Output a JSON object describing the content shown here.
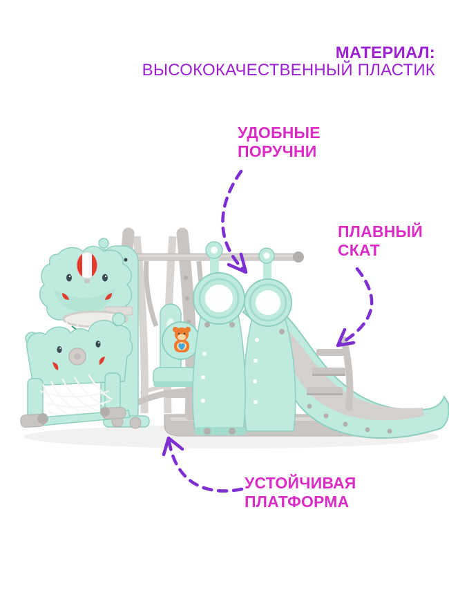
{
  "header": {
    "line1": "МАТЕРИАЛ:",
    "line2": "ВЫСОКОКАЧЕСТВЕННЫЙ ПЛАСТИК"
  },
  "annotations": {
    "handrails": {
      "line1": "УДОБНЫЕ",
      "line2": "ПОРУЧНИ"
    },
    "slide": {
      "line1": "ПЛАВНЫЙ",
      "line2": "СКАТ"
    },
    "platform": {
      "line1": "УСТОЙЧИВАЯ",
      "line2": "ПЛАТФОРМА"
    }
  },
  "icons": {
    "handrails_arrow": "dashed-curved-arrow-down-right",
    "slide_arrow": "dashed-curved-arrow-down-left",
    "platform_arrow": "dashed-curved-arrow-up-left"
  },
  "colors": {
    "page-bg": "#FFFFFF",
    "heading": "#9C1FD1",
    "label": "#DA2CC4",
    "arrow": "#7D2FD1",
    "mint": "#BFEBDF",
    "mint-dark": "#A3DCCD",
    "mint-stroke": "#8FCFC0",
    "gray": "#C9C5C2",
    "gray-dark": "#B3AFAC",
    "gray-light": "#DFDCD9",
    "red": "#E23B30",
    "navy": "#3A4A52",
    "green": "#2E9E78",
    "orange": "#EE7B2E",
    "blue": "#3FA9E0"
  }
}
